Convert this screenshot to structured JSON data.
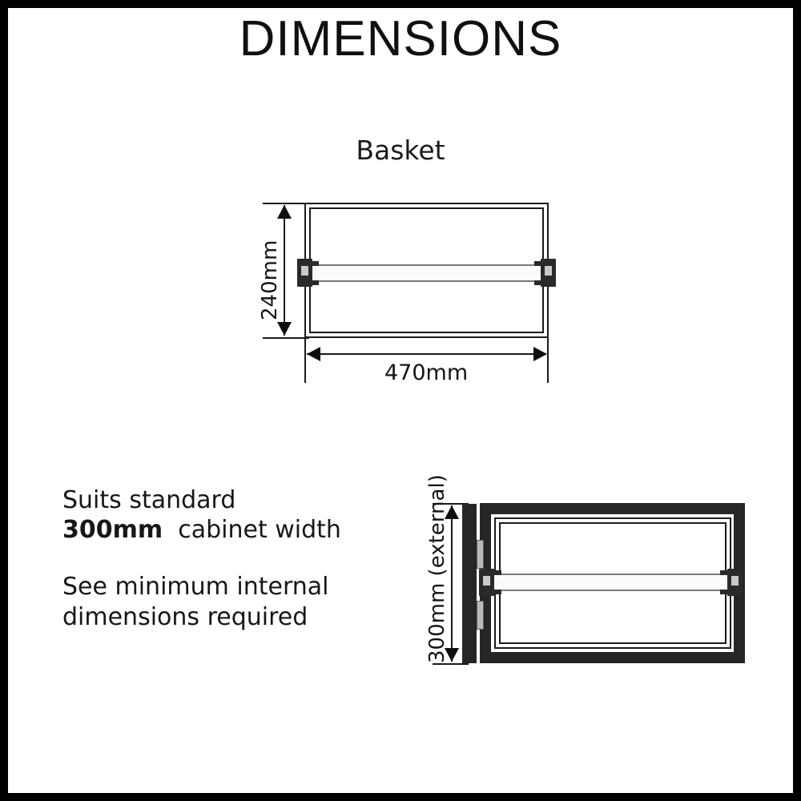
{
  "page": {
    "title": "DIMENSIONS",
    "border_color": "#000000",
    "background_color": "#ffffff",
    "line_color": "#1a1a1a"
  },
  "basket_view": {
    "caption": "Basket",
    "height_dimension": "240mm",
    "width_dimension": "470mm",
    "parts": {
      "rail": "center-rail",
      "left_bracket": "left-rail-bracket",
      "right_bracket": "right-rail-bracket"
    }
  },
  "cabinet_view": {
    "height_dimension": "300mm (external)",
    "parts": {
      "frame": "cabinet-frame",
      "side_panel": "cabinet-side-panel",
      "rail": "center-rail",
      "left_bracket": "left-rail-bracket",
      "right_bracket": "right-rail-bracket",
      "runner_top": "drawer-runner-top",
      "runner_bottom": "drawer-runner-bottom"
    }
  },
  "notes": {
    "line1": "Suits standard",
    "line2_bold": "300mm",
    "line2_rest": "cabinet width",
    "line3": "See minimum internal",
    "line4": "dimensions required"
  }
}
